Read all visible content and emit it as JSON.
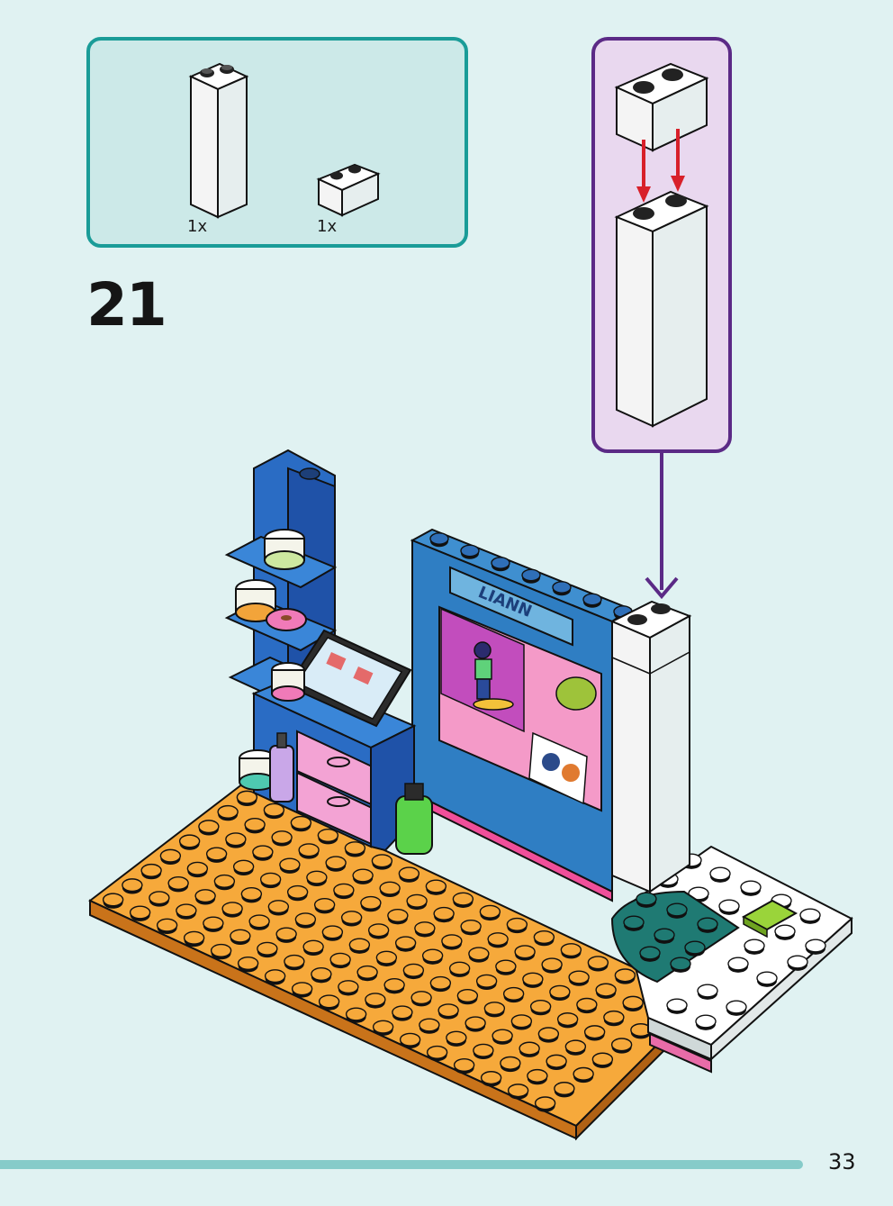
{
  "step": {
    "number": "21"
  },
  "parts": [
    {
      "name": "white brick 1x2x5",
      "qty": "1x"
    },
    {
      "name": "white brick 1x2",
      "qty": "1x"
    }
  ],
  "poster": {
    "sign": "LIANN"
  },
  "page": {
    "number": "33"
  },
  "colors": {
    "background": "#e0f2f2",
    "parts_box_border": "#1a9c98",
    "parts_box_fill": "#cce9e8",
    "callout_border": "#5b2a86",
    "callout_fill": "#e9d8ef",
    "arrow_red": "#d8202a",
    "baseplate": "#f6a93b",
    "wall_blue": "#2f7ec3",
    "drawer_pink": "#f3a3d4"
  }
}
